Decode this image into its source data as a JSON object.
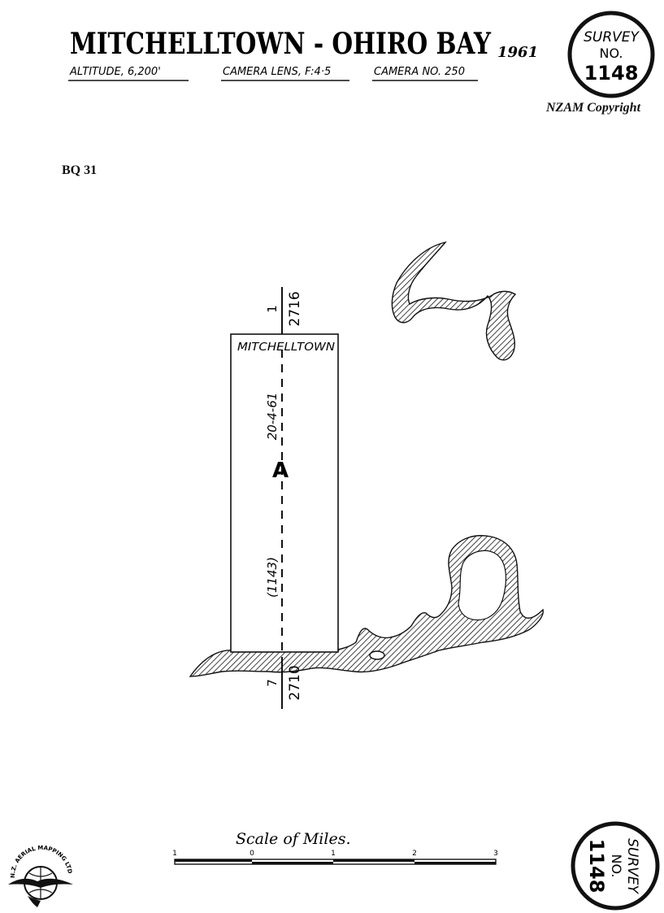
{
  "header": {
    "title": "MITCHELLTOWN - OHIRO BAY",
    "year": "1961",
    "altitude": "ALTITUDE, 6,200'",
    "camera_lens": "CAMERA LENS, F:4·5",
    "camera_no": "CAMERA NO. 250"
  },
  "survey_stamp_top": {
    "line1": "SURVEY",
    "line2": "NO.",
    "number": "1148"
  },
  "copyright": "NZAM Copyright",
  "sheet_ref": "BQ 31",
  "flight_strip": {
    "label": "MITCHELLTOWN",
    "run_letter": "A",
    "date": "20-4-61",
    "ref": "(1143)",
    "top_frame": "1",
    "top_photo": "2716",
    "bottom_frame": "7",
    "bottom_photo": "2710"
  },
  "scale_bar": {
    "title": "Scale of Miles.",
    "ticks": [
      "1",
      "0",
      "1",
      "2",
      "3"
    ]
  },
  "logo": {
    "text": "N.Z. AERIAL MAPPING LTD."
  },
  "survey_stamp_bottom": {
    "line1": "SURVEY",
    "line2": "NO.",
    "number": "1148"
  },
  "colors": {
    "ink": "#111111",
    "paper": "#ffffff"
  }
}
